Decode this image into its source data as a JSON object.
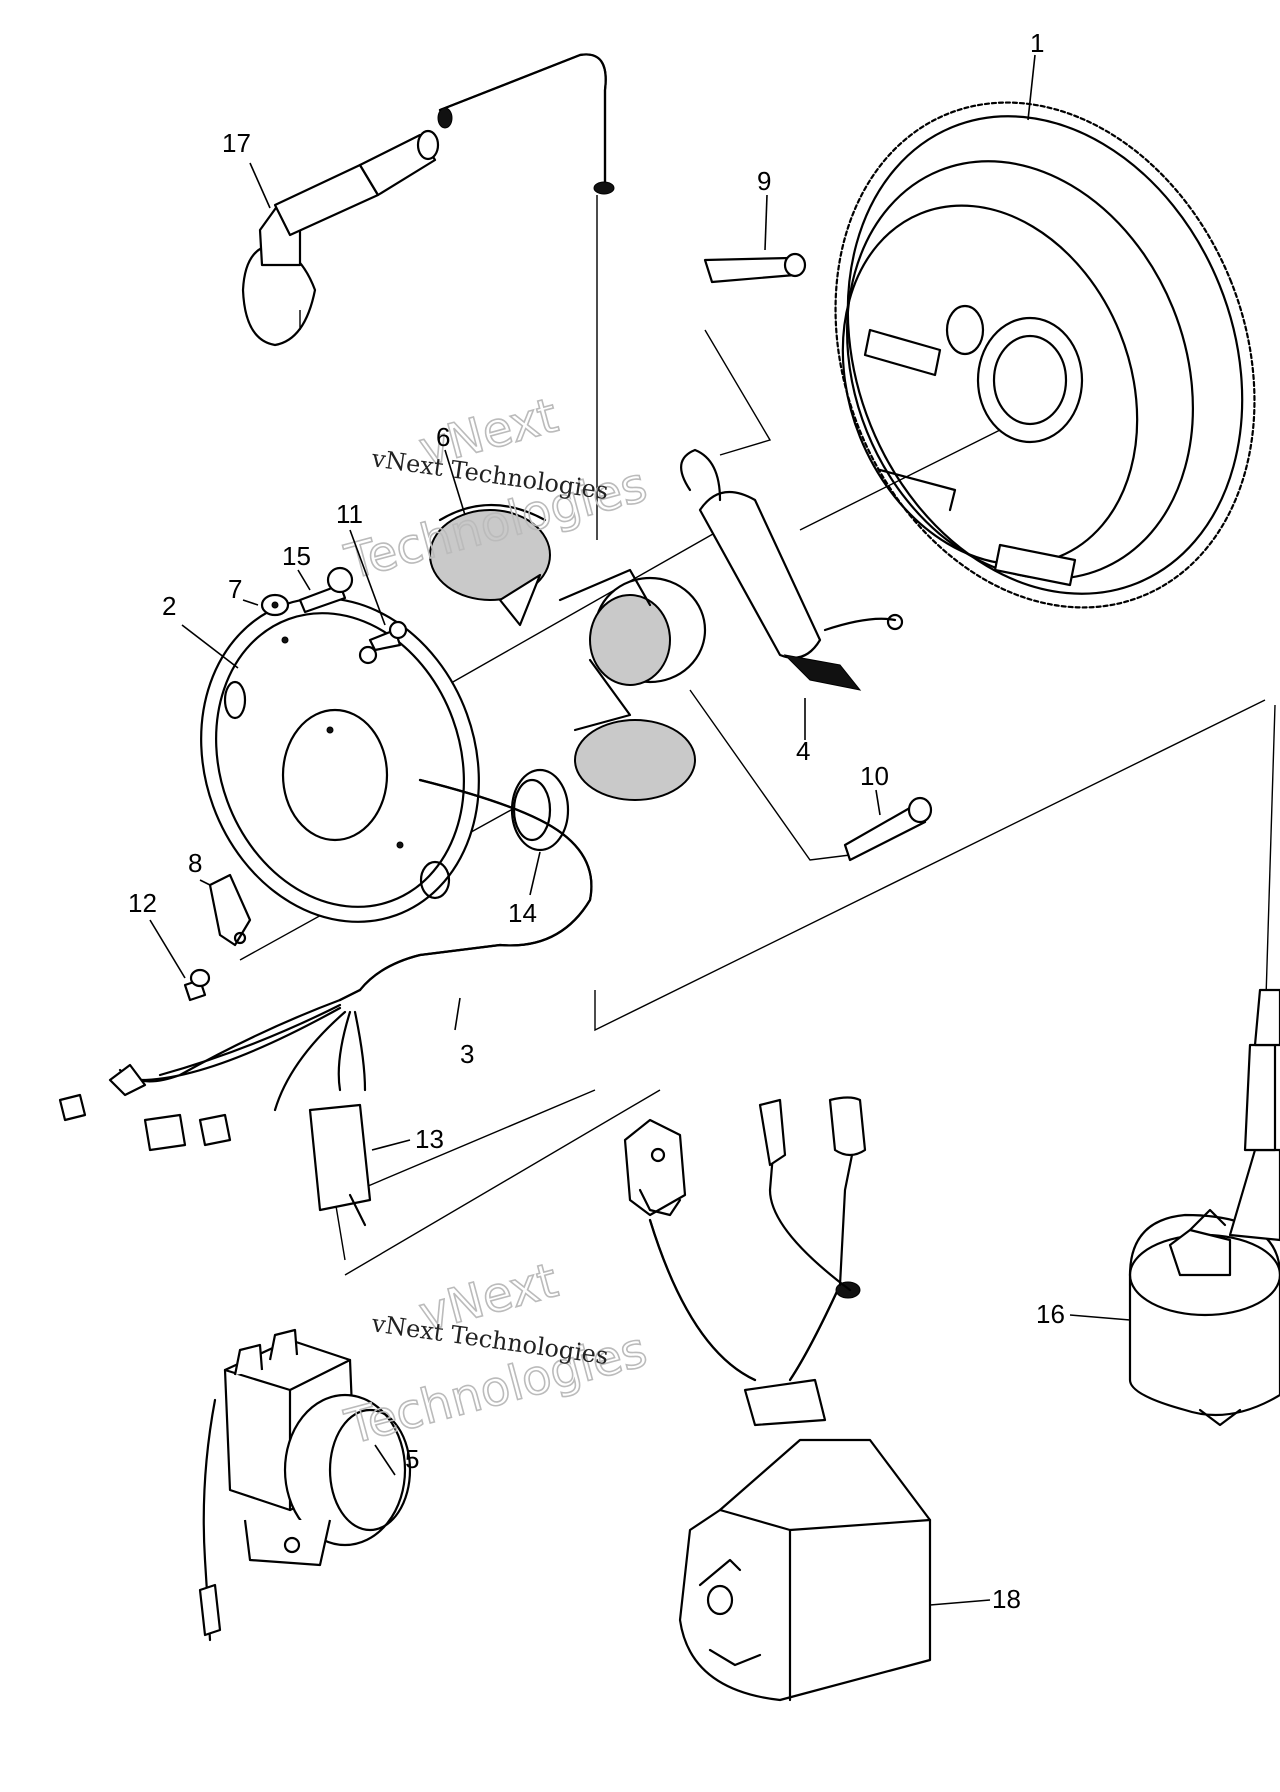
{
  "watermarks": [
    {
      "line1": "vNext",
      "line2": "Technologies",
      "caption": "vNext Technologies"
    },
    {
      "line1": "vNext",
      "line2": "Technologies",
      "caption": "vNext Technologies"
    }
  ],
  "callouts": [
    "1",
    "2",
    "3",
    "4",
    "5",
    "6",
    "7",
    "8",
    "9",
    "10",
    "11",
    "12",
    "13",
    "14",
    "15",
    "16",
    "17",
    "18"
  ],
  "parts": {
    "p1": "flywheel-ring-gear",
    "p2": "stator-plate",
    "p3": "wire-harness",
    "p4": "pulser-coil",
    "p5": "starter-solenoid",
    "p6": "stator-coil",
    "p7": "washer",
    "p8": "wire-clamp",
    "p9": "bolt-long",
    "p10": "bolt-long",
    "p11": "screw",
    "p12": "screw",
    "p13": "connector",
    "p14": "grommet",
    "p15": "screw",
    "p16": "ignition-coil",
    "p17": "spark-plug-cap",
    "p18": "cdi-unit"
  }
}
